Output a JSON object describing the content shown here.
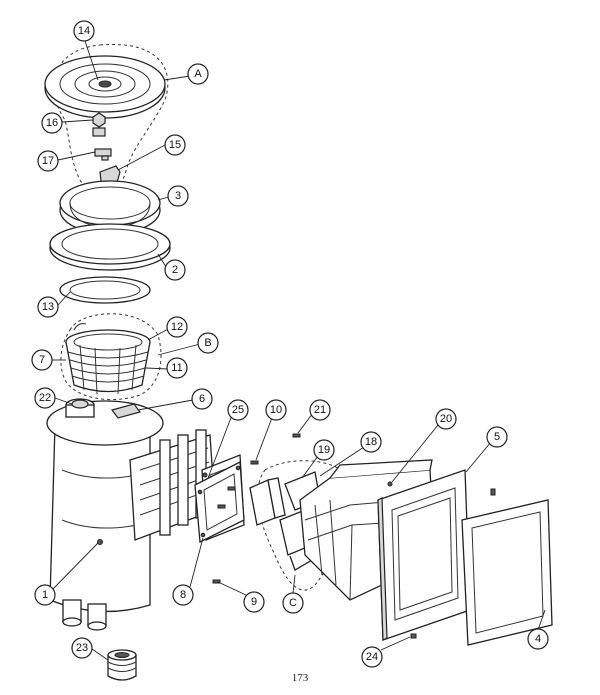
{
  "diagram": {
    "page_number": "173",
    "callouts": {
      "c1": "1",
      "c2": "2",
      "c3": "3",
      "c4": "4",
      "c5": "5",
      "c6": "6",
      "c7": "7",
      "c8": "8",
      "c9": "9",
      "c10": "10",
      "c11": "11",
      "c12": "12",
      "c13": "13",
      "c14": "14",
      "c15": "15",
      "c16": "16",
      "c17": "17",
      "c18": "18",
      "c19": "19",
      "c20": "20",
      "c21": "21",
      "c22": "22",
      "c23": "23",
      "c24": "24",
      "c25": "25",
      "cA": "A",
      "cB": "B",
      "cC": "C"
    }
  }
}
